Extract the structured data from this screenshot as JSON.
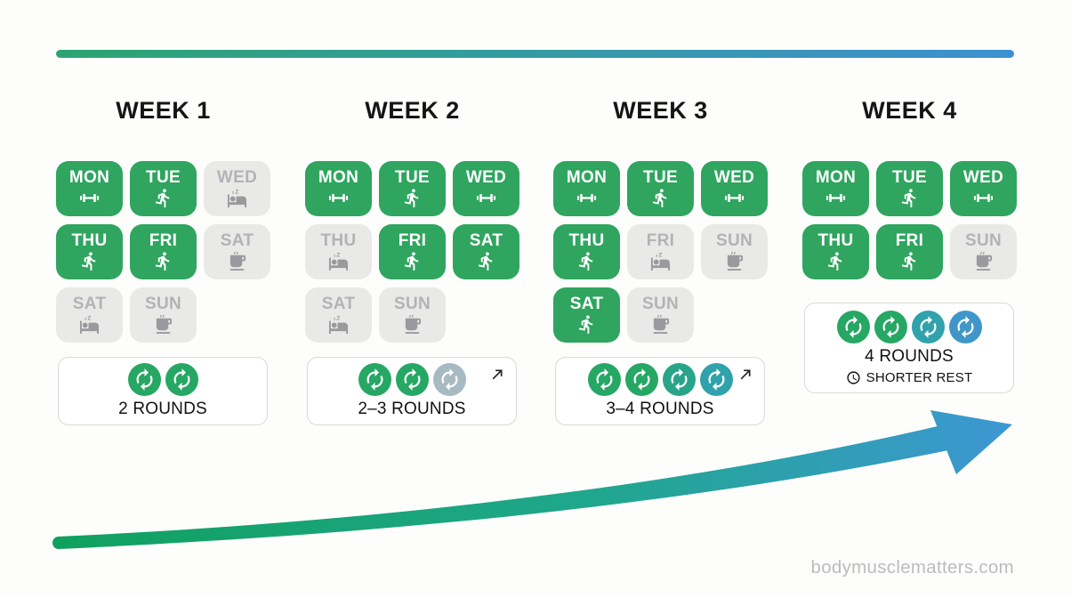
{
  "weeks": [
    {
      "title": "WEEK 1",
      "days": [
        {
          "label": "MON",
          "icon": "dumbbell",
          "state": "active"
        },
        {
          "label": "TUE",
          "icon": "runner",
          "state": "active"
        },
        {
          "label": "WED",
          "icon": "bed",
          "state": "rest"
        },
        {
          "label": "THU",
          "icon": "runner",
          "state": "active"
        },
        {
          "label": "FRI",
          "icon": "runner",
          "state": "active"
        },
        {
          "label": "SAT",
          "icon": "coffee",
          "state": "rest"
        },
        {
          "label": "SAT",
          "icon": "bed",
          "state": "rest"
        },
        {
          "label": "SUN",
          "icon": "coffee",
          "state": "rest"
        }
      ],
      "rounds": {
        "label": "2 ROUNDS",
        "circles": [
          "green",
          "green"
        ],
        "has_trend_arrow": false
      }
    },
    {
      "title": "WEEK 2",
      "days": [
        {
          "label": "MON",
          "icon": "dumbbell",
          "state": "active"
        },
        {
          "label": "TUE",
          "icon": "runner",
          "state": "active"
        },
        {
          "label": "WED",
          "icon": "dumbbell",
          "state": "active"
        },
        {
          "label": "THU",
          "icon": "bed",
          "state": "rest"
        },
        {
          "label": "FRI",
          "icon": "runner",
          "state": "active"
        },
        {
          "label": "SAT",
          "icon": "runner",
          "state": "active"
        },
        {
          "label": "SAT",
          "icon": "bed",
          "state": "rest"
        },
        {
          "label": "SUN",
          "icon": "coffee",
          "state": "rest"
        }
      ],
      "rounds": {
        "label": "2–3 ROUNDS",
        "circles": [
          "green",
          "green",
          "muted"
        ],
        "has_trend_arrow": true
      }
    },
    {
      "title": "WEEK 3",
      "days": [
        {
          "label": "MON",
          "icon": "dumbbell",
          "state": "active"
        },
        {
          "label": "TUE",
          "icon": "runner",
          "state": "active"
        },
        {
          "label": "WED",
          "icon": "dumbbell",
          "state": "active"
        },
        {
          "label": "THU",
          "icon": "runner",
          "state": "active"
        },
        {
          "label": "FRI",
          "icon": "bed",
          "state": "rest"
        },
        {
          "label": "SUN",
          "icon": "coffee",
          "state": "rest"
        },
        {
          "label": "SAT",
          "icon": "runner",
          "state": "active"
        },
        {
          "label": "SUN",
          "icon": "coffee",
          "state": "rest"
        }
      ],
      "rounds": {
        "label": "3–4 ROUNDS",
        "circles": [
          "green",
          "green",
          "teal-green",
          "teal"
        ],
        "has_trend_arrow": true
      }
    },
    {
      "title": "WEEK 4",
      "days": [
        {
          "label": "MON",
          "icon": "dumbbell",
          "state": "active"
        },
        {
          "label": "TUE",
          "icon": "runner",
          "state": "active"
        },
        {
          "label": "WED",
          "icon": "dumbbell",
          "state": "active"
        },
        {
          "label": "THU",
          "icon": "runner",
          "state": "active"
        },
        {
          "label": "FRI",
          "icon": "runner",
          "state": "active"
        },
        {
          "label": "SUN",
          "icon": "coffee",
          "state": "rest"
        }
      ],
      "rounds": {
        "label": "4 ROUNDS",
        "note": "SHORTER REST",
        "circles": [
          "green",
          "green",
          "teal",
          "blue"
        ],
        "has_trend_arrow": false
      }
    }
  ],
  "watermark": "bodymusclematters.com",
  "colors": {
    "workout_green": "#2fa55f",
    "rest_gray": "#e9e9e8",
    "rest_text": "#b3b3b6",
    "line_gradient_start": "#2ca471",
    "line_gradient_end": "#3e90d1",
    "arrow_gradient_start": "#10a05e",
    "arrow_gradient_end": "#3d97d3",
    "cycle_green": "#26a763",
    "cycle_teal_green": "#2aa489",
    "cycle_teal": "#30a2ab",
    "cycle_blue": "#4096c9",
    "cycle_muted": "#a7bac2"
  }
}
